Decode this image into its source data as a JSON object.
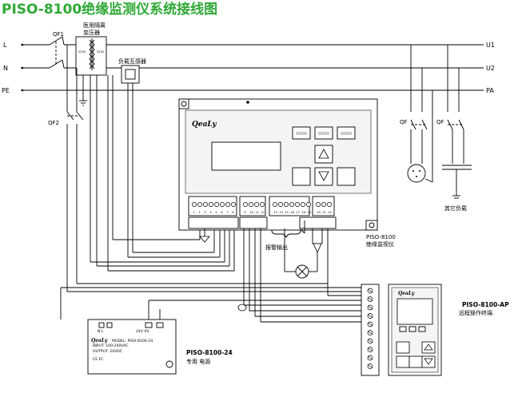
{
  "title": "PISO-8100绝缘监测仪系统接线图",
  "lines": {
    "left": [
      "L",
      "N",
      "PE"
    ],
    "right": [
      "U1",
      "U2",
      "PA"
    ]
  },
  "breakers": {
    "qf1": "QF1",
    "qf2": "QF2",
    "qf_right": [
      "QF",
      "QF"
    ]
  },
  "transformer_label": [
    "医用隔离",
    "变压器"
  ],
  "load_transformer_label": "负载互感器",
  "other_load_label": "其它负载",
  "alarm_output_label": "报警输出",
  "main_unit": {
    "brand": "QeaLy",
    "caption": [
      "PISO-8100",
      "绝缘监视仪"
    ]
  },
  "terminal_numbers": [
    "1",
    "2",
    "3",
    "4",
    "5",
    "6",
    "7",
    "8",
    "9",
    "10",
    "11",
    "12",
    "13",
    "14",
    "15",
    "16",
    "17",
    "18",
    "19",
    "20",
    "21",
    "22",
    "23",
    "24"
  ],
  "remote": {
    "brand": "QeaLy",
    "caption": [
      "PISO-8100-AP",
      "远程操作终端"
    ]
  },
  "power": {
    "brand": "QeaLy",
    "model": "MODEL: PISO-8100-24",
    "caption": [
      "PISO-8100-24",
      "专用 电源"
    ]
  }
}
